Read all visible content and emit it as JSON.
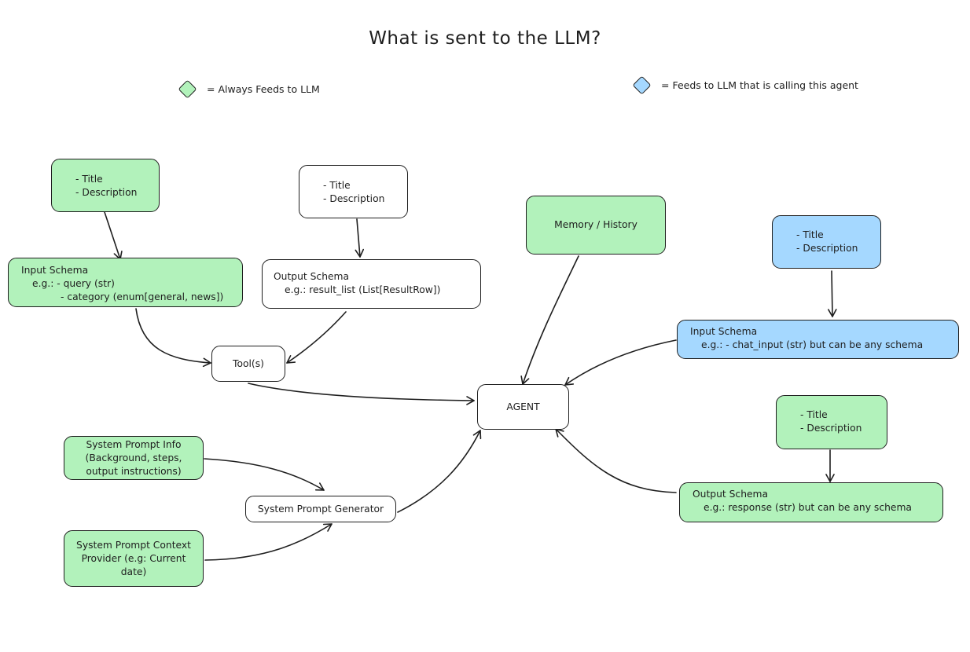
{
  "title": "What is sent to the LLM?",
  "legend": [
    {
      "text": "= Always Feeds to LLM",
      "color": "#b2f2bb"
    },
    {
      "text": "= Feeds to LLM that is calling this agent",
      "color": "#a5d8ff"
    }
  ],
  "tool_title_desc": {
    "line1": "- Title",
    "line2": "- Description"
  },
  "tool_input_schema": {
    "heading": "Input Schema",
    "line1": "e.g.: - query (str)",
    "line2": "- category (enum[general, news])"
  },
  "tool_output_title_desc": {
    "line1": "- Title",
    "line2": "- Description"
  },
  "tool_output_schema": {
    "heading": "Output Schema",
    "line1": "e.g.: result_list (List[ResultRow])"
  },
  "tools": "Tool(s)",
  "memory": "Memory / History",
  "agent": "AGENT",
  "agent_input_title_desc": {
    "line1": "- Title",
    "line2": "- Description"
  },
  "agent_input_schema": {
    "heading": "Input Schema",
    "line1": "e.g.: - chat_input (str) but can be any schema"
  },
  "agent_output_title_desc": {
    "line1": "- Title",
    "line2": "- Description"
  },
  "agent_output_schema": {
    "heading": "Output Schema",
    "line1": "e.g.: response (str) but can be any schema"
  },
  "system_prompt_info": {
    "line1": "System Prompt Info",
    "line2": "(Background, steps,",
    "line3": "output instructions)"
  },
  "system_prompt_generator": "System Prompt Generator",
  "system_prompt_context": {
    "line1": "System Prompt Context",
    "line2": "Provider (e.g: Current",
    "line3": "date)"
  }
}
